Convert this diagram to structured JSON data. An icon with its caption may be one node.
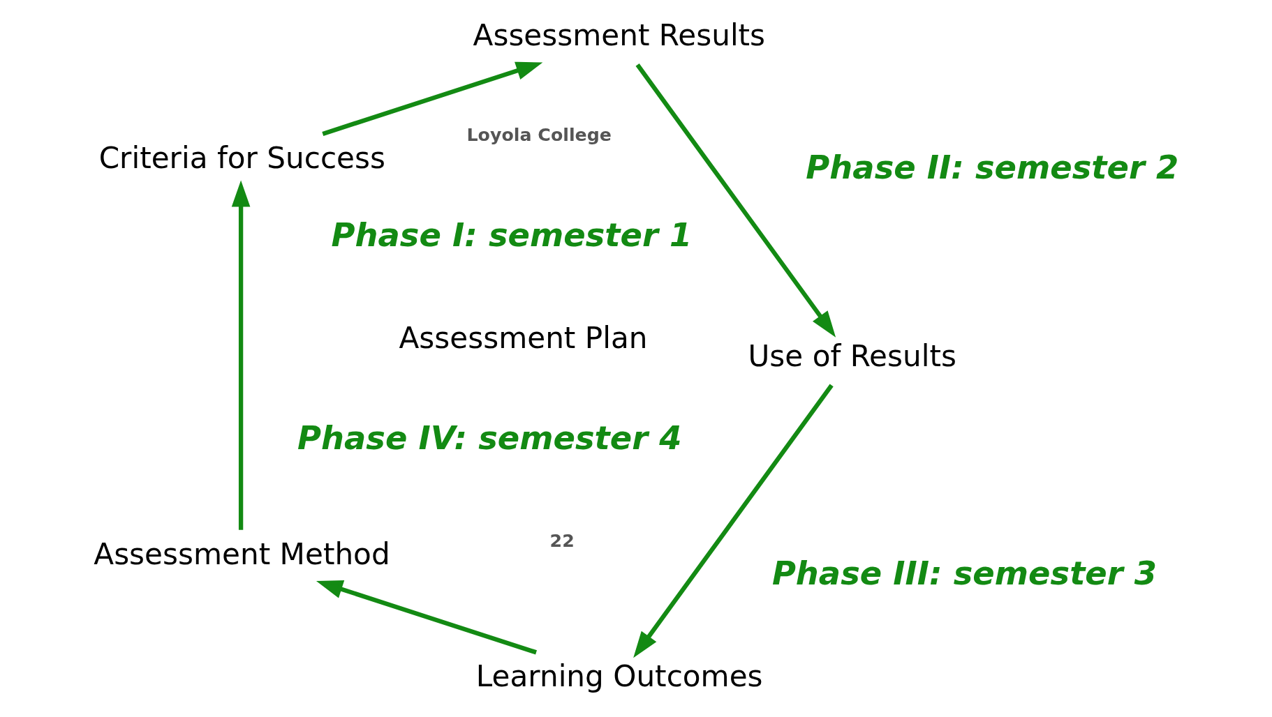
{
  "diagram": {
    "nodes": [
      {
        "text": [
          "Learning Outcomes"
        ]
      },
      {
        "text": [
          "Assessment Method"
        ]
      },
      {
        "text": [
          "Criteria for Success"
        ]
      },
      {
        "text": [
          "Assessment Results"
        ]
      },
      {
        "text": [
          "Use of Results"
        ]
      },
      {
        "text": [
          "Assessment Plan"
        ]
      }
    ],
    "edges": [
      {
        "from": 4,
        "to": 0,
        "arrow": "to"
      },
      {
        "from": 0,
        "to": 1,
        "arrow": "to"
      },
      {
        "from": 1,
        "to": 2,
        "arrow": "to"
      },
      {
        "from": 2,
        "to": 3,
        "arrow": "to"
      },
      {
        "from": 3,
        "to": 4,
        "arrow": "to"
      }
    ],
    "labels": [
      "Phase IV: semester 4",
      "Phase I: semester 1",
      "Phase III: semester 3",
      "Phase II: semester 2",
      "Loyola College",
      "22"
    ]
  }
}
